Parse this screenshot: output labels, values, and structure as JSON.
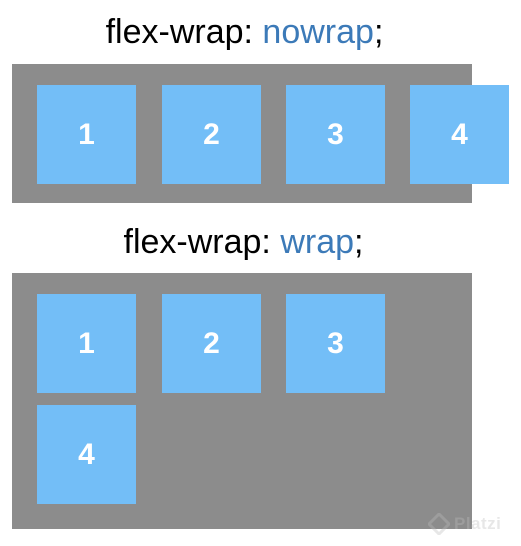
{
  "sections": [
    {
      "property": "flex-wrap:",
      "value": "nowrap",
      "terminator": ";",
      "items": [
        "1",
        "2",
        "3",
        "4"
      ]
    },
    {
      "property": "flex-wrap:",
      "value": "wrap",
      "terminator": ";",
      "items": [
        "1",
        "2",
        "3",
        "4"
      ]
    }
  ],
  "watermark": {
    "text": "Platzi",
    "icon": "platzi-logo-icon"
  },
  "colors": {
    "container": "#8c8c8c",
    "item": "#73bef7",
    "keyword": "#3c7ab8"
  }
}
